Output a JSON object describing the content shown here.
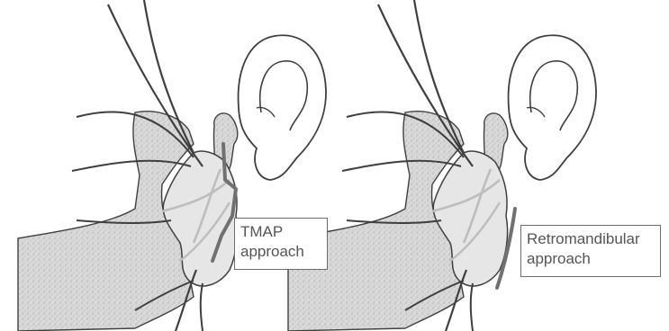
{
  "panels": [
    {
      "id": "left",
      "label_lines": [
        "TMAP",
        "approach"
      ]
    },
    {
      "id": "right",
      "label_lines": [
        "Retromandibular",
        "approach"
      ]
    }
  ],
  "colors": {
    "bone_fill": "#d9d9d9",
    "bone_stipple": "#a9a9a9",
    "gland_fill": "#e6e6e6",
    "outline": "#3f3f3f",
    "incision": "#707070",
    "nerve_light": "#bdbdbd",
    "label_border": "#6d6d6d",
    "label_text": "#555555"
  }
}
